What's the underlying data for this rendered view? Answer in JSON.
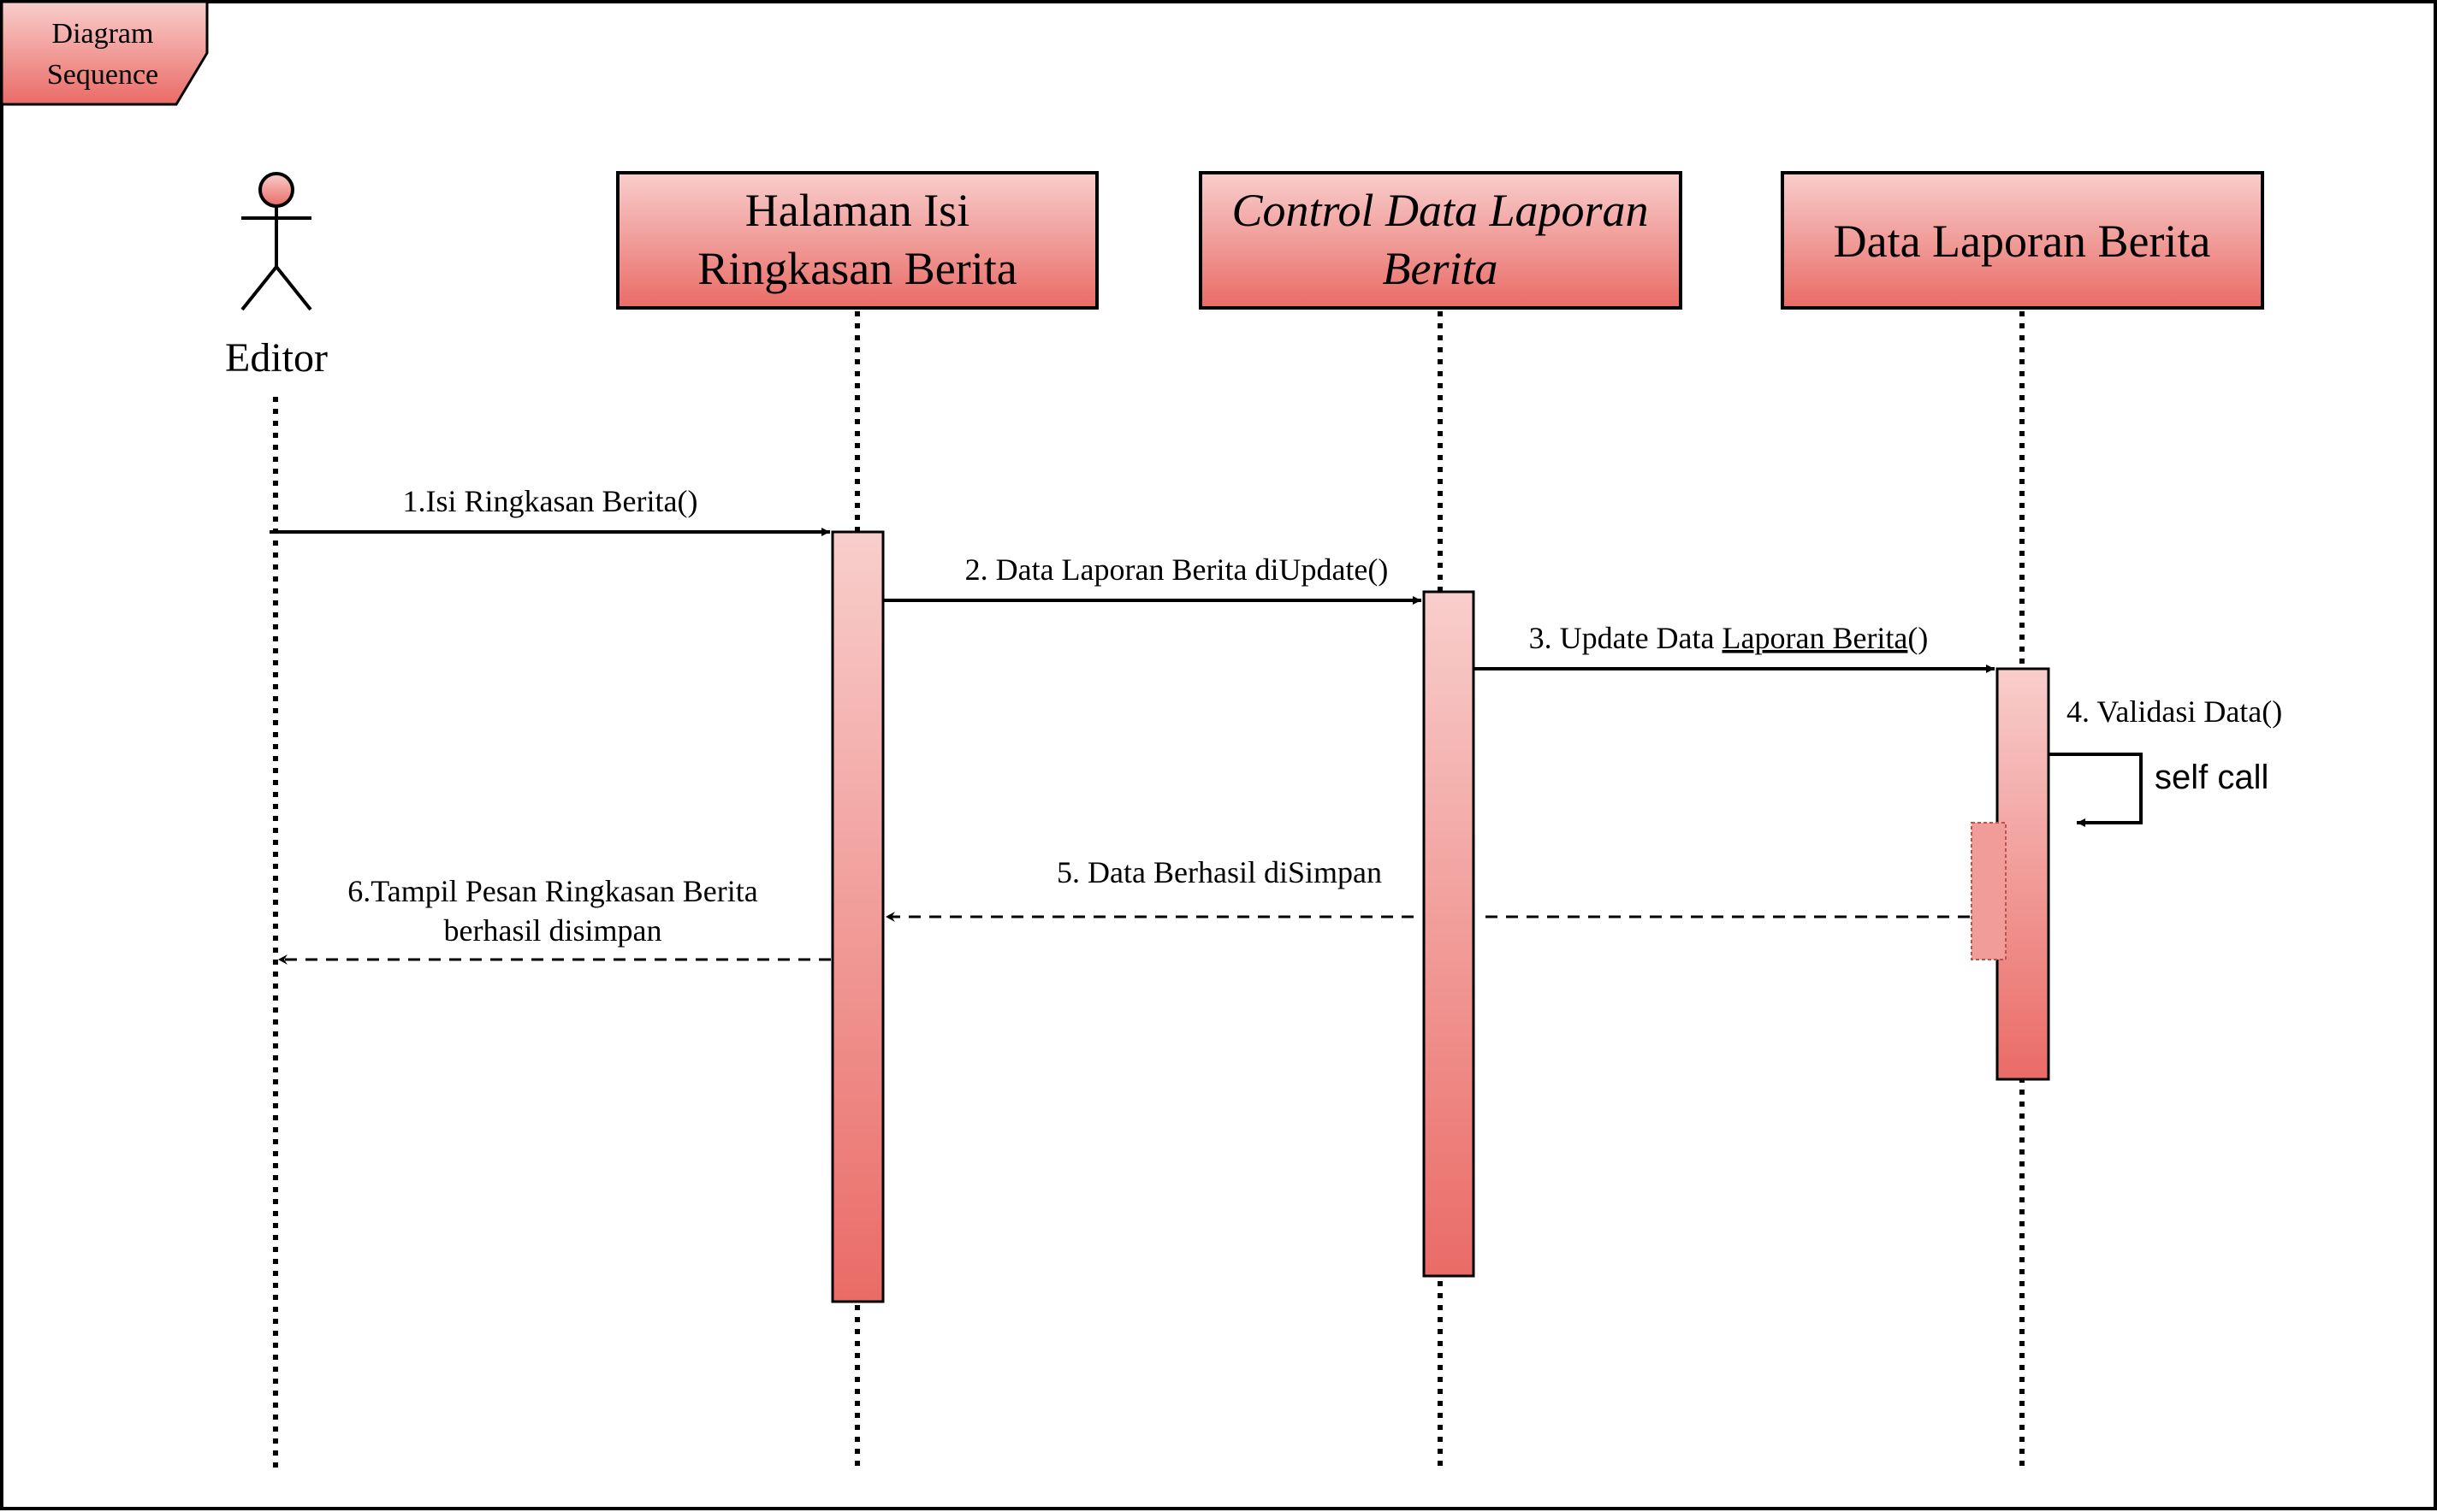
{
  "frame": {
    "label_line1": "Diagram",
    "label_line2": "Sequence"
  },
  "colors": {
    "box_top": "#f8cecc",
    "box_bottom": "#ea6b66",
    "stroke": "#000000",
    "background": "#ffffff"
  },
  "actor": {
    "label": "Editor",
    "icon": "stick-figure-icon"
  },
  "lifelines": {
    "halaman": {
      "line1": "Halaman Isi",
      "line2": "Ringkasan Berita"
    },
    "control": {
      "line1": "Control Data Laporan",
      "line2": "Berita"
    },
    "data": {
      "line1": "Data Laporan Berita"
    }
  },
  "messages": {
    "m1": "1.Isi Ringkasan Berita()",
    "m2": "2. Data Laporan Berita diUpdate()",
    "m3_prefix": "3. Update Data ",
    "m3_underlined": "Laporan Berita",
    "m3_suffix": "()",
    "m4": "4. Validasi Data()",
    "self_call": "self call",
    "m5": "5. Data Berhasil diSimpan",
    "m6_line1": "6.Tampil Pesan Ringkasan Berita",
    "m6_line2": "berhasil disimpan"
  }
}
